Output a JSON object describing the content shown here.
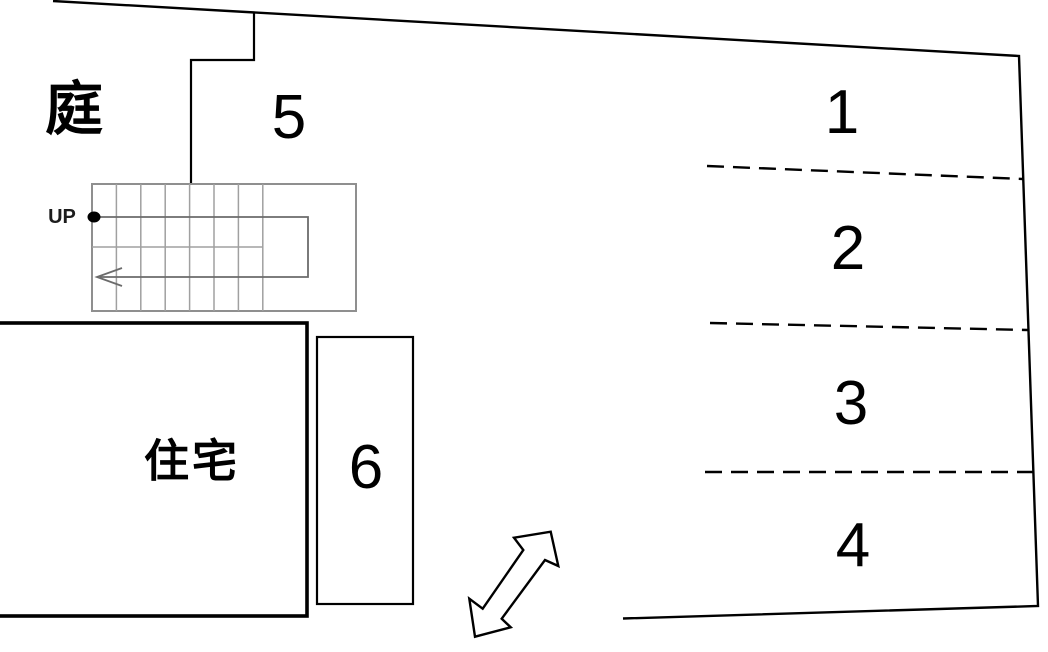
{
  "diagram": {
    "type": "site-plan-with-parking",
    "labels": {
      "garden": "庭",
      "house": "住宅",
      "stairs_up": "UP"
    },
    "parking_spaces": [
      "1",
      "2",
      "3",
      "4",
      "5",
      "6"
    ],
    "icons": {
      "double_arrow": "two-way-entrance-arrow",
      "up_dot": "stair-start-dot"
    },
    "colors": {
      "outline": "#000000",
      "stairs_gray": "#8f8f8f",
      "background": "#ffffff"
    }
  }
}
